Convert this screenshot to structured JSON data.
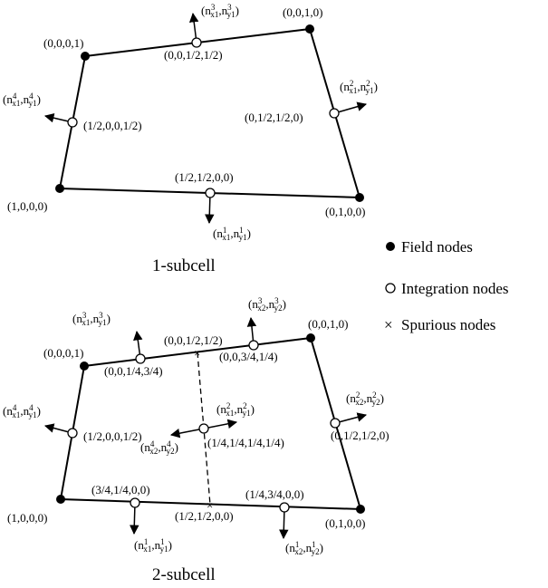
{
  "subcell1": {
    "title": "1-subcell",
    "corners": {
      "top_left": "(0,0,0,1)",
      "top_right": "(0,0,1,0)",
      "bottom_left": "(1,0,0,0)",
      "bottom_right": "(0,1,0,0)"
    },
    "integration": {
      "top": "(0,0,1/2,1/2)",
      "right": "(0,1/2,1/2,0)",
      "left": "(1/2,0,0,1/2)",
      "bottom": "(1/2,1/2,0,0)"
    },
    "normals": {
      "top": {
        "sup": "3",
        "x": "x1",
        "y": "y1"
      },
      "right": {
        "sup": "2",
        "x": "x1",
        "y": "y1"
      },
      "left": {
        "sup": "4",
        "x": "x1",
        "y": "y1"
      },
      "bottom": {
        "sup": "1",
        "x": "x1",
        "y": "y1"
      }
    }
  },
  "subcell2": {
    "title": "2-subcell",
    "corners": {
      "top_left": "(0,0,0,1)",
      "top_right": "(0,0,1,0)",
      "bottom_left": "(1,0,0,0)",
      "bottom_right": "(0,1,0,0)"
    },
    "integration": {
      "top_left": "(0,0,1/4,3/4)",
      "top_right": "(0,0,3/4,1/4)",
      "left": "(1/2,0,0,1/2)",
      "right": "(0,1/2,1/2,0)",
      "bottom_left": "(3/4,1/4,0,0)",
      "bottom_right": "(1/4,3/4,0,0)",
      "center": "(1/4,1/4,1/4,1/4)"
    },
    "spurious": {
      "top": "(0,0,1/2,1/2)",
      "bottom": "(1/2,1/2,0,0)"
    },
    "normals": {
      "top_left": {
        "sup": "3",
        "x": "x1",
        "y": "y1"
      },
      "top_right": {
        "sup": "3",
        "x": "x2",
        "y": "y2"
      },
      "left": {
        "sup": "4",
        "x": "x1",
        "y": "y1"
      },
      "right": {
        "sup": "2",
        "x": "x2",
        "y": "y2"
      },
      "center_right": {
        "sup": "2",
        "x": "x1",
        "y": "y1"
      },
      "center_left": {
        "sup": "4",
        "x": "x2",
        "y": "y2"
      },
      "bottom_left": {
        "sup": "1",
        "x": "x1",
        "y": "y1"
      },
      "bottom_right": {
        "sup": "1",
        "x": "x2",
        "y": "y2"
      }
    }
  },
  "legend": {
    "field": "Field nodes",
    "integration": "Integration nodes",
    "spurious": "Spurious nodes",
    "spurious_symbol": "×"
  }
}
